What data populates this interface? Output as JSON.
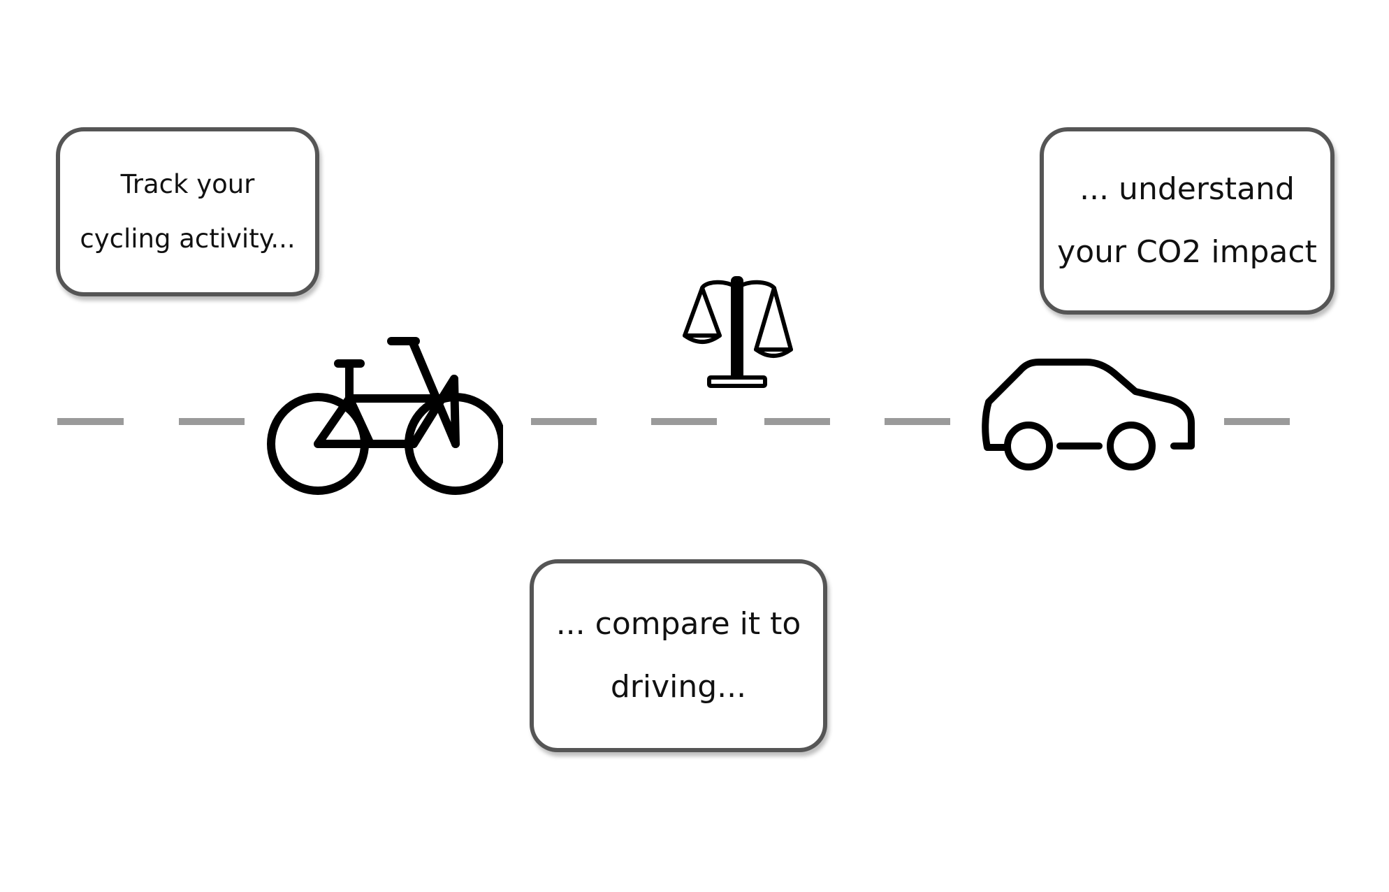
{
  "diagram": {
    "boxes": {
      "track": {
        "line1": "Track your",
        "line2": "cycling activity..."
      },
      "compare": {
        "line1": "... compare it to",
        "line2": "driving..."
      },
      "understand": {
        "line1": "... understand",
        "line2": "your CO2 impact"
      }
    },
    "icons": {
      "bicycle": "bicycle-icon",
      "scale": "balance-scale-icon",
      "car": "car-icon"
    },
    "colors": {
      "box_border": "#555555",
      "road_dash": "#9a9a9a",
      "icon_stroke": "#000000"
    }
  }
}
